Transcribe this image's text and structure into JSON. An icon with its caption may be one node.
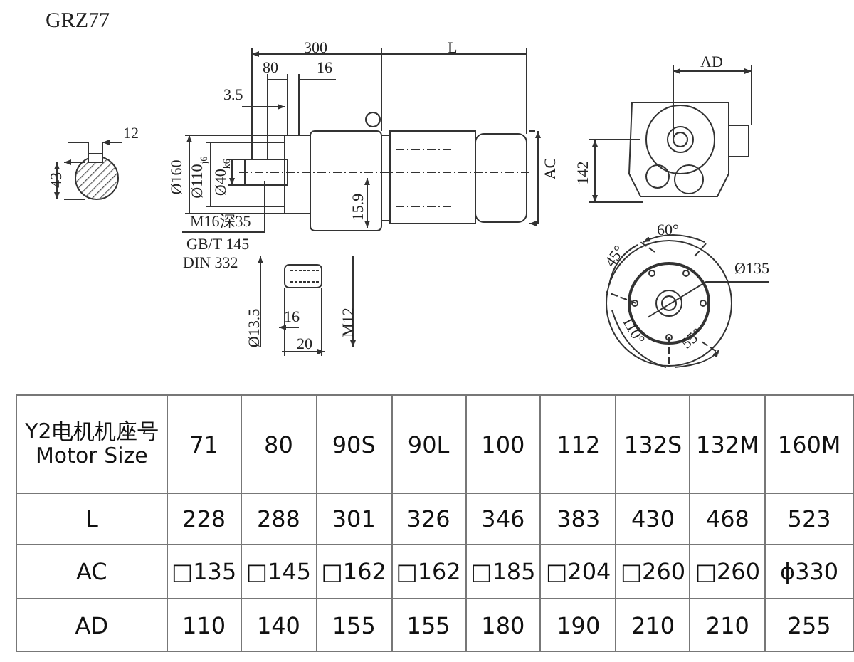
{
  "diagram": {
    "title": "GRZ77",
    "labels": [
      "300",
      "L",
      "80",
      "16",
      "3.5",
      "AD",
      "12",
      "43",
      "Ø160",
      "Ø110$_{j6}$",
      "Ø40$_{k6}$",
      "15.9",
      "AC",
      "142",
      "M16深35",
      "GB/T 145",
      "DIN 332",
      "60°",
      "45°",
      "Ø135",
      "110°",
      "55°",
      "Ø13.5",
      "16",
      "20",
      "M12",
      "Y2电机机座号 Motor Size",
      "71",
      "80",
      "90S",
      "90L",
      "100",
      "112",
      "132S",
      "132M",
      "160M",
      "L",
      "228",
      "288",
      "301",
      "326",
      "346",
      "383",
      "430",
      "468",
      "523",
      "AC",
      "□135",
      "□145",
      "□162",
      "□162",
      "□185",
      "□204",
      "□260",
      "□260",
      "ϕ330",
      "AD",
      "110",
      "140",
      "155",
      "155",
      "180",
      "190",
      "210",
      "210",
      "255"
    ]
  }
}
